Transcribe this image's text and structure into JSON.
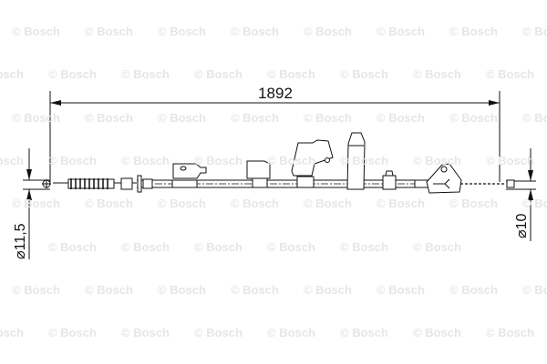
{
  "watermark": "© Bosch",
  "dimensions": {
    "length": "1892",
    "diameter_left": "⌀11,5",
    "diameter_right": "⌀10"
  },
  "colors": {
    "line": "#111111",
    "watermark": "#ececec"
  }
}
